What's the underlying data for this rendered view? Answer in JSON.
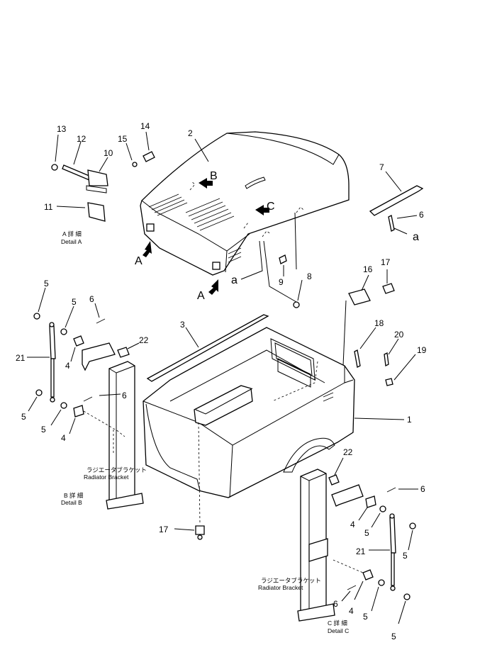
{
  "diagram": {
    "part_numbers": {
      "p1": "1",
      "p2": "2",
      "p3": "3",
      "p6_top": "6",
      "p7": "7",
      "p8": "8",
      "p9": "9",
      "p10": "10",
      "p11": "11",
      "p12": "12",
      "p13": "13",
      "p14": "14",
      "p15": "15",
      "p16": "16",
      "p17_top": "17",
      "p18": "18",
      "p19": "19",
      "p20": "20",
      "b_5a": "5",
      "b_5b": "5",
      "b_6": "6",
      "b_21": "21",
      "b_4a": "4",
      "b_22": "22",
      "b_5c": "5",
      "b_5d": "5",
      "b_6b": "6",
      "b_4b": "4",
      "p17_bottom": "17",
      "c_22": "22",
      "c_6a": "6",
      "c_4a": "4",
      "c_5a": "5",
      "c_5b": "5",
      "c_21": "21",
      "c_6b": "6",
      "c_4b": "4",
      "c_5c": "5",
      "c_5d": "5"
    },
    "view_markers": {
      "view_b": "B",
      "view_c": "C",
      "view_a1": "A",
      "view_a2": "A",
      "ref_a_right": "a",
      "ref_a_cover": "a"
    },
    "captions": {
      "detail_a_jp": "A 詳 細",
      "detail_a_en": "Detail A",
      "detail_b_jp": "B 詳 細",
      "detail_b_en": "Detail B",
      "detail_c_jp": "C 詳 細",
      "detail_c_en": "Detail C",
      "radiator_jp_b": "ラジエータブラケット",
      "radiator_en_b": "Radiator Bracket",
      "radiator_jp_c": "ラジエータブラケット",
      "radiator_en_c": "Radiator Bracket"
    }
  }
}
